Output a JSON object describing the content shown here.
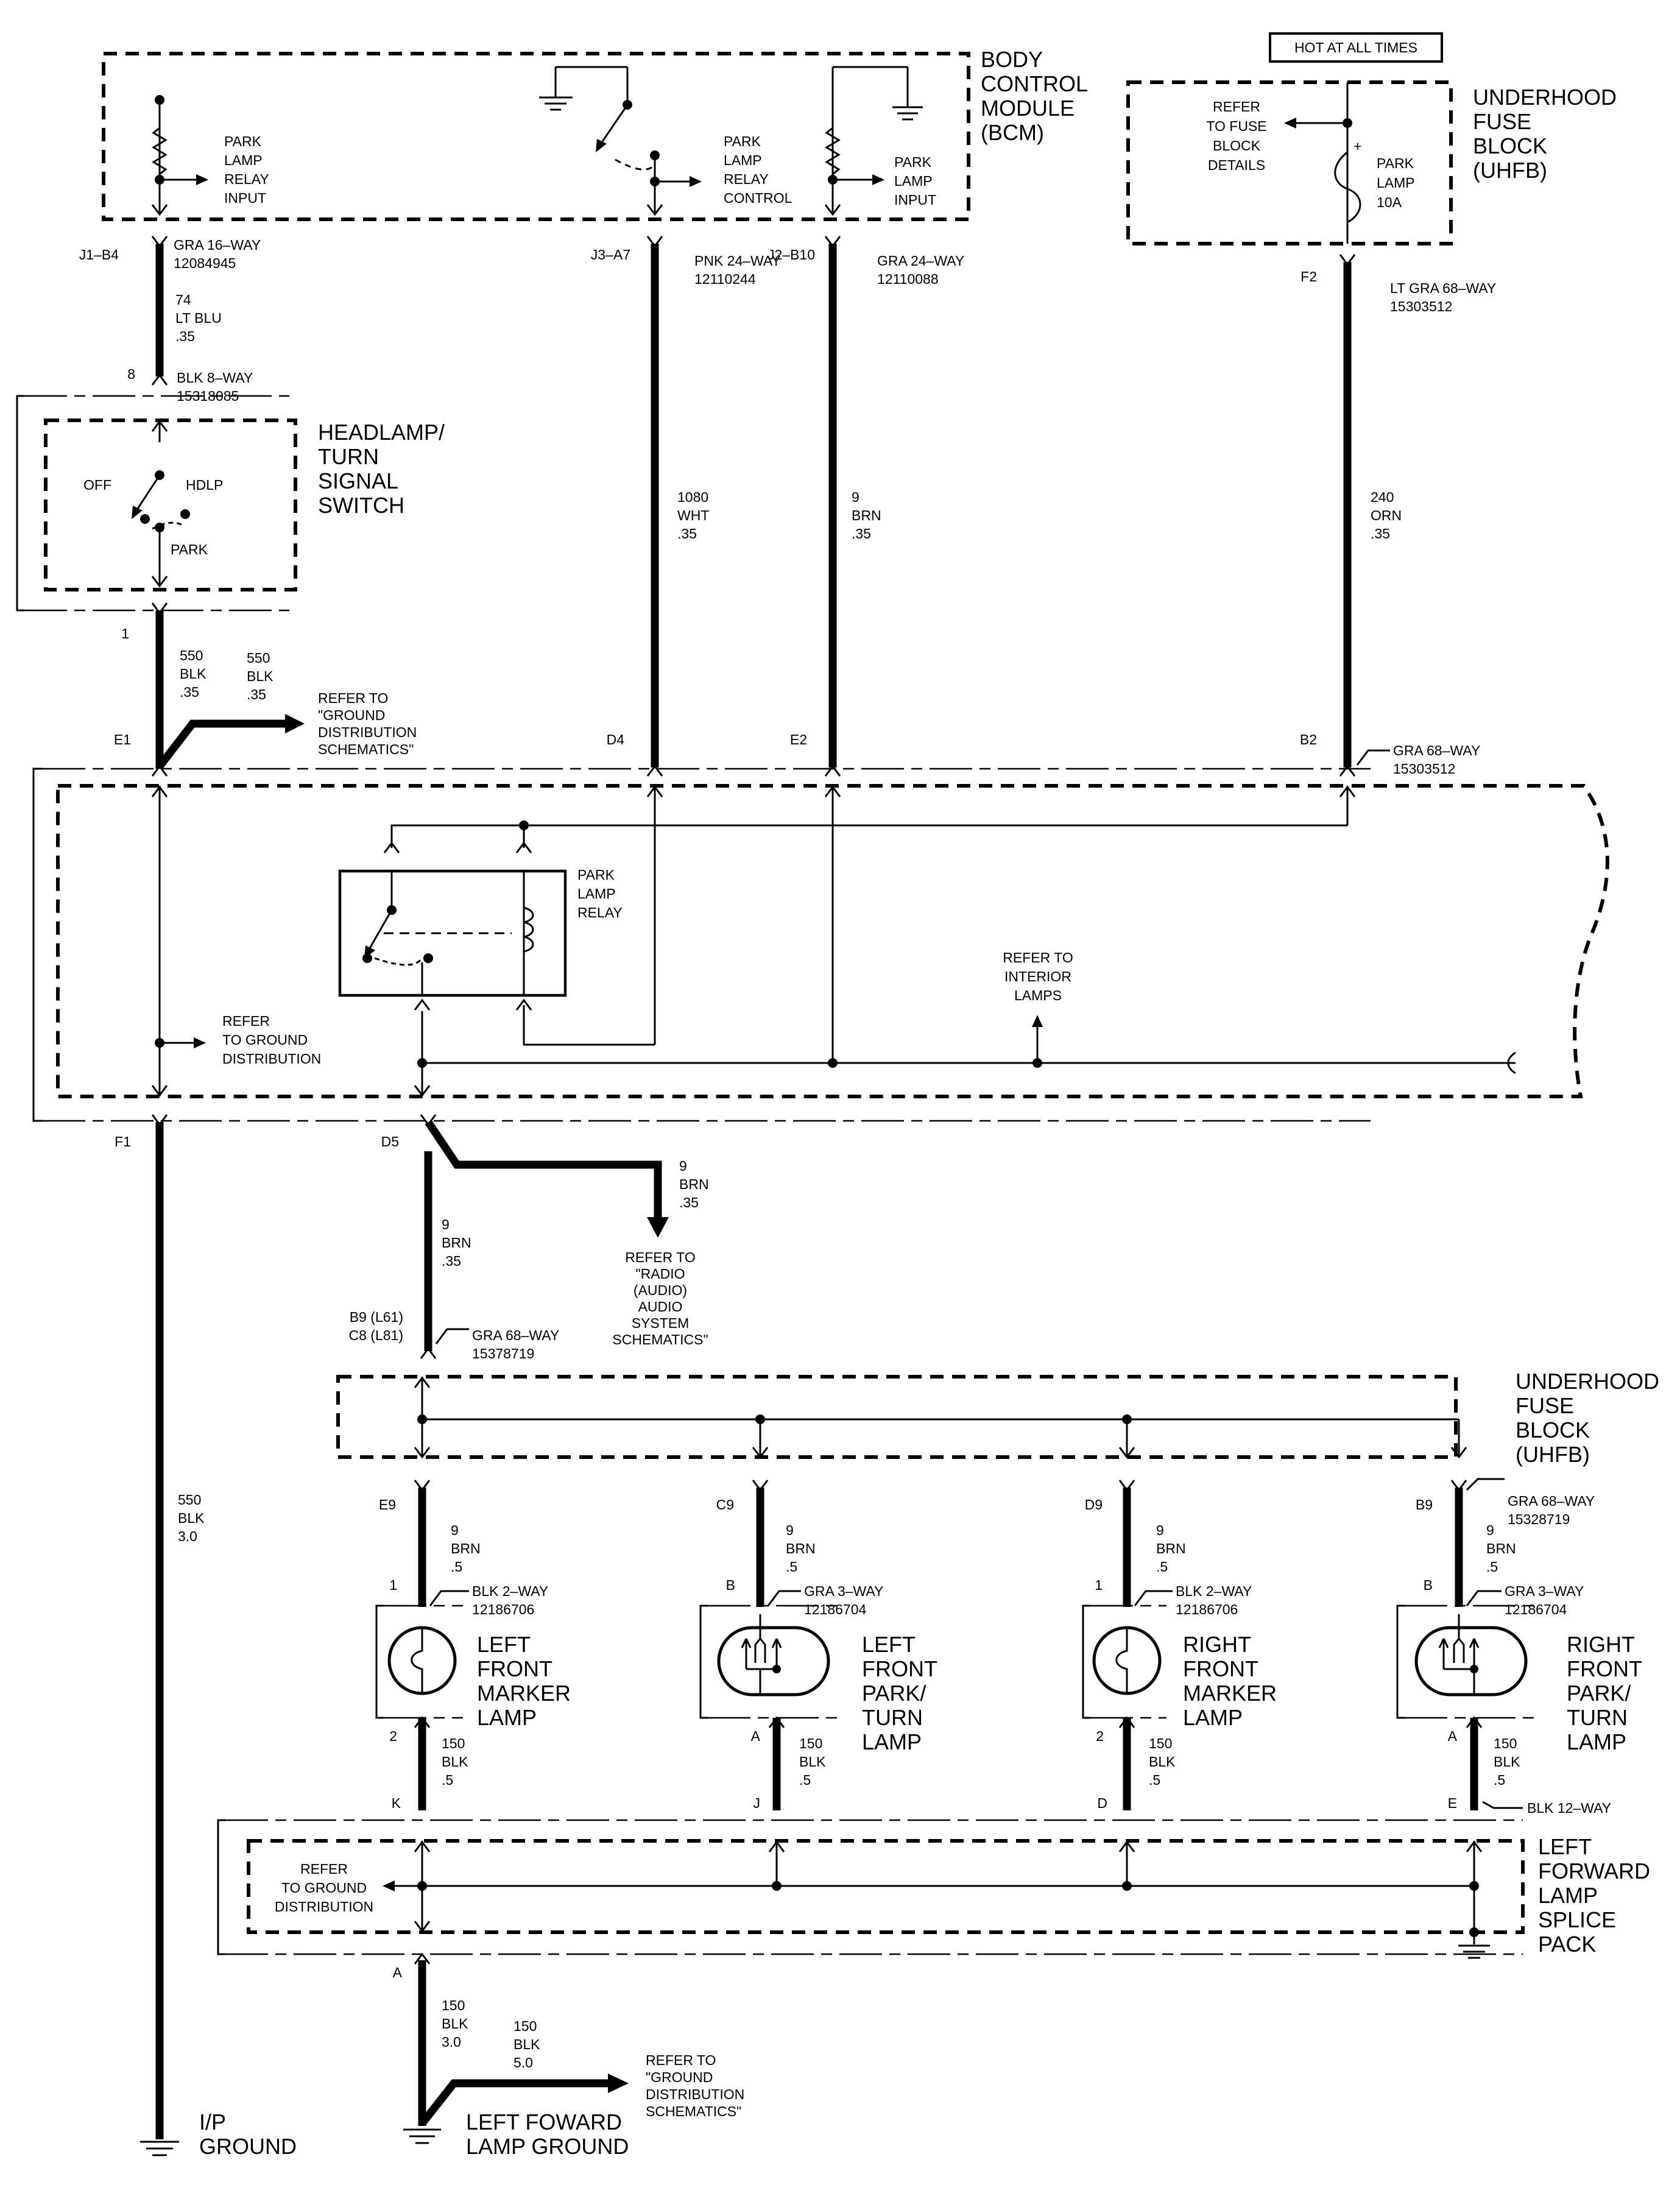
{
  "bcm": {
    "title": [
      "BODY",
      "CONTROL",
      "MODULE",
      "(BCM)"
    ],
    "park_relay_input": [
      "PARK",
      "LAMP",
      "RELAY",
      "INPUT"
    ],
    "park_relay_control": [
      "PARK",
      "LAMP",
      "RELAY",
      "CONTROL"
    ],
    "park_lamp_input": [
      "PARK",
      "LAMP",
      "INPUT"
    ]
  },
  "uhfb_top": {
    "hot_box": "HOT AT ALL TIMES",
    "title": [
      "UNDERHOOD",
      "FUSE",
      "BLOCK",
      "(UHFB)"
    ],
    "refer": [
      "REFER",
      "TO FUSE",
      "BLOCK",
      "DETAILS"
    ],
    "fuse": [
      "PARK",
      "LAMP",
      "10A"
    ]
  },
  "connectors": {
    "j1": "J1–B4",
    "j1_conn": [
      "GRA 16–WAY",
      "12084945"
    ],
    "j3": "J3–A7",
    "j3_conn": [
      "PNK 24–WAY",
      "12110244"
    ],
    "j2": "J2–B10",
    "j2_conn": [
      "GRA 24–WAY",
      "12110088"
    ],
    "f2": "F2",
    "f2_conn": [
      "LT GRA 68–WAY",
      "15303512"
    ],
    "p8": "8",
    "p8_conn": [
      "BLK 8–WAY",
      "15318085"
    ],
    "p1": "1",
    "e1": "E1",
    "d4": "D4",
    "e2": "E2",
    "b2": "B2",
    "b2_conn": [
      "GRA 68–WAY",
      "15303512"
    ],
    "f1": "F1",
    "d5": "D5",
    "b9c8": [
      "B9 (L61)",
      "C8 (L81)"
    ],
    "b9c8_conn": [
      "GRA 68–WAY",
      "15378719"
    ],
    "e9": "E9",
    "c9": "C9",
    "d9": "D9",
    "b9": "B9",
    "b9_conn": [
      "GRA 68–WAY",
      "15328719"
    ],
    "a": "A"
  },
  "wires": {
    "w74": [
      "74",
      "LT BLU",
      ".35"
    ],
    "w1080": [
      "1080",
      "WHT",
      ".35"
    ],
    "w9_top": [
      "9",
      "BRN",
      ".35"
    ],
    "w240": [
      "240",
      "ORN",
      ".35"
    ],
    "w550a": [
      "550",
      "BLK",
      ".35"
    ],
    "w550b": [
      "550",
      "BLK",
      ".35"
    ],
    "w550_long": [
      "550",
      "BLK",
      "3.0"
    ],
    "w9_radio": [
      "9",
      "BRN",
      ".35"
    ],
    "w9_down": [
      "9",
      "BRN",
      ".35"
    ],
    "w9_lamp": [
      "9",
      "BRN",
      ".5"
    ],
    "w150": [
      "150",
      "BLK",
      ".5"
    ],
    "w150_30": [
      "150",
      "BLK",
      "3.0"
    ],
    "w150_50": [
      "150",
      "BLK",
      "5.0"
    ]
  },
  "switch": {
    "title": [
      "HEADLAMP/",
      "TURN",
      "SIGNAL",
      "SWITCH"
    ],
    "off": "OFF",
    "hdlp": "HDLP",
    "park": "PARK"
  },
  "refs": {
    "gnd_sch_top": [
      "REFER TO",
      "\"GROUND",
      "DISTRIBUTION",
      "SCHEMATICS\""
    ],
    "gnd_dist": [
      "REFER",
      "TO GROUND",
      "DISTRIBUTION"
    ],
    "interior": [
      "REFER TO",
      "INTERIOR",
      "LAMPS"
    ],
    "radio": [
      "REFER TO",
      "\"RADIO",
      "(AUDIO)",
      "AUDIO",
      "SYSTEM",
      "SCHEMATICS\""
    ],
    "gnd_dist_splice": [
      "REFER",
      "TO GROUND",
      "DISTRIBUTION"
    ],
    "gnd_sch_bottom": [
      "REFER TO",
      "\"GROUND",
      "DISTRIBUTION",
      "SCHEMATICS\""
    ]
  },
  "relay": {
    "title": [
      "PARK",
      "LAMP",
      "RELAY"
    ]
  },
  "uhfb_mid": {
    "title": [
      "UNDERHOOD",
      "FUSE",
      "BLOCK",
      "(UHFB)"
    ]
  },
  "lamps": [
    {
      "pin_top": "1",
      "conn": [
        "BLK 2–WAY",
        "12186706"
      ],
      "name": [
        "LEFT",
        "FRONT",
        "MARKER",
        "LAMP"
      ],
      "pin_bot": "2",
      "splice_pin": "K"
    },
    {
      "pin_top": "B",
      "conn": [
        "GRA 3–WAY",
        "12186704"
      ],
      "name": [
        "LEFT",
        "FRONT",
        "PARK/",
        "TURN",
        "LAMP"
      ],
      "pin_bot": "A",
      "splice_pin": "J"
    },
    {
      "pin_top": "1",
      "conn": [
        "BLK 2–WAY",
        "12186706"
      ],
      "name": [
        "RIGHT",
        "FRONT",
        "MARKER",
        "LAMP"
      ],
      "pin_bot": "2",
      "splice_pin": "D"
    },
    {
      "pin_top": "B",
      "conn": [
        "GRA 3–WAY",
        "12186704"
      ],
      "name": [
        "RIGHT",
        "FRONT",
        "PARK/",
        "TURN",
        "LAMP"
      ],
      "pin_bot": "A",
      "splice_pin": "E"
    }
  ],
  "splice": {
    "conn": "BLK 12–WAY",
    "title": [
      "LEFT",
      "FORWARD",
      "LAMP",
      "SPLICE",
      "PACK"
    ]
  },
  "grounds": {
    "ip": [
      "I/P",
      "GROUND"
    ],
    "left_forward": [
      "LEFT FOWARD",
      "LAMP GROUND"
    ]
  }
}
